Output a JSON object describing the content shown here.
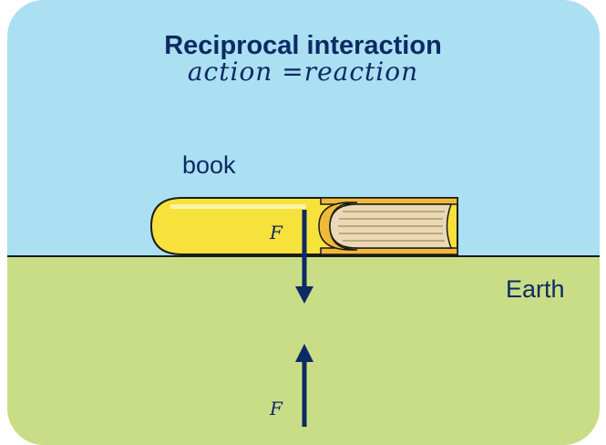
{
  "title": "Reciprocal interaction",
  "formula": "action =reaction",
  "labels": {
    "book": "book",
    "earth": "Earth",
    "force_top": "F",
    "force_bottom": "F"
  },
  "colors": {
    "sky": "#abdff2",
    "ground": "#c9dd86",
    "text": "#0d2a63",
    "arrow": "#0d2a63",
    "book_cover": "#f7e23c",
    "book_edge": "#e6a817",
    "book_pages": "#ead9b4"
  }
}
